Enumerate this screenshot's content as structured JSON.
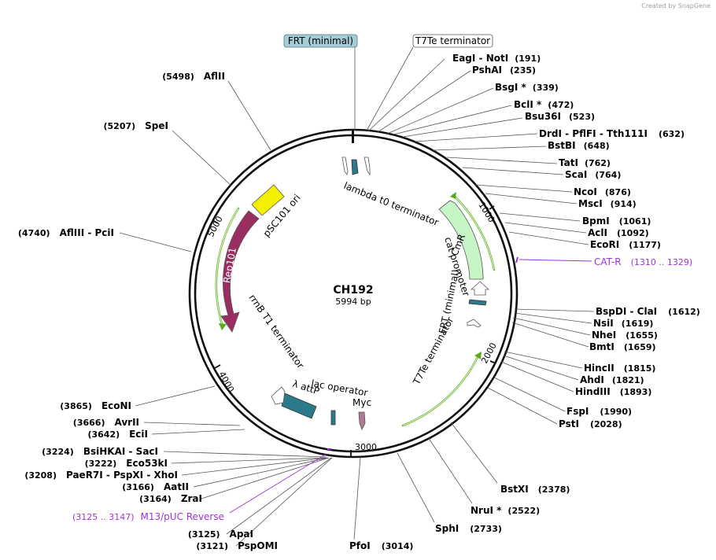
{
  "credit": "Created by SnapGene",
  "plasmid": {
    "name": "CH192",
    "size": "5994 bp"
  },
  "boxed_labels": [
    {
      "text": "FRT (minimal)",
      "filled": true
    },
    {
      "text": "T7Te terminator",
      "filled": false
    }
  ],
  "enzymes": [
    {
      "names": [
        "EagI",
        "NotI"
      ],
      "pos": "(191)",
      "side": "right"
    },
    {
      "names": [
        "PshAI"
      ],
      "pos": "(235)",
      "side": "right"
    },
    {
      "names": [
        "BsgI *"
      ],
      "pos": "(339)",
      "side": "right"
    },
    {
      "names": [
        "BclI *"
      ],
      "pos": "(472)",
      "side": "right"
    },
    {
      "names": [
        "Bsu36I"
      ],
      "pos": "(523)",
      "side": "right"
    },
    {
      "names": [
        "DrdI",
        "PflFI",
        "Tth111I"
      ],
      "pos": "(632)",
      "side": "right"
    },
    {
      "names": [
        "BstBI"
      ],
      "pos": "(648)",
      "side": "right"
    },
    {
      "names": [
        "TatI"
      ],
      "pos": "(762)",
      "side": "right"
    },
    {
      "names": [
        "ScaI"
      ],
      "pos": "(764)",
      "side": "right"
    },
    {
      "names": [
        "NcoI"
      ],
      "pos": "(876)",
      "side": "right"
    },
    {
      "names": [
        "MscI"
      ],
      "pos": "(914)",
      "side": "right"
    },
    {
      "names": [
        "BpmI"
      ],
      "pos": "(1061)",
      "side": "right"
    },
    {
      "names": [
        "AclI"
      ],
      "pos": "(1092)",
      "side": "right"
    },
    {
      "names": [
        "EcoRI"
      ],
      "pos": "(1177)",
      "side": "right"
    },
    {
      "names": [
        "BspDI",
        "ClaI"
      ],
      "pos": "(1612)",
      "side": "right"
    },
    {
      "names": [
        "NsiI"
      ],
      "pos": "(1619)",
      "side": "right"
    },
    {
      "names": [
        "NheI"
      ],
      "pos": "(1655)",
      "side": "right"
    },
    {
      "names": [
        "BmtI"
      ],
      "pos": "(1659)",
      "side": "right"
    },
    {
      "names": [
        "HincII"
      ],
      "pos": "(1815)",
      "side": "right"
    },
    {
      "names": [
        "AhdI"
      ],
      "pos": "(1821)",
      "side": "right"
    },
    {
      "names": [
        "HindIII"
      ],
      "pos": "(1893)",
      "side": "right"
    },
    {
      "names": [
        "FspI"
      ],
      "pos": "(1990)",
      "side": "right"
    },
    {
      "names": [
        "PstI"
      ],
      "pos": "(2028)",
      "side": "right"
    },
    {
      "names": [
        "BstXI"
      ],
      "pos": "(2378)",
      "side": "right"
    },
    {
      "names": [
        "NruI *"
      ],
      "pos": "(2522)",
      "side": "right"
    },
    {
      "names": [
        "SphI"
      ],
      "pos": "(2733)",
      "side": "right"
    },
    {
      "names": [
        "PfoI"
      ],
      "pos": "(3014)",
      "side": "right"
    },
    {
      "names": [
        "AflII"
      ],
      "pos": "(5498)",
      "side": "left"
    },
    {
      "names": [
        "SpeI"
      ],
      "pos": "(5207)",
      "side": "left"
    },
    {
      "names": [
        "AflIII",
        "PciI"
      ],
      "pos": "(4740)",
      "side": "left"
    },
    {
      "names": [
        "EcoNI"
      ],
      "pos": "(3865)",
      "side": "left"
    },
    {
      "names": [
        "AvrII"
      ],
      "pos": "(3666)",
      "side": "left"
    },
    {
      "names": [
        "EciI"
      ],
      "pos": "(3642)",
      "side": "left"
    },
    {
      "names": [
        "BsiHKAI",
        "SacI"
      ],
      "pos": "(3224)",
      "side": "left"
    },
    {
      "names": [
        "Eco53kI"
      ],
      "pos": "(3222)",
      "side": "left"
    },
    {
      "names": [
        "PaeR7I",
        "PspXI",
        "XhoI"
      ],
      "pos": "(3208)",
      "side": "left"
    },
    {
      "names": [
        "AatII"
      ],
      "pos": "(3166)",
      "side": "left"
    },
    {
      "names": [
        "ZraI"
      ],
      "pos": "(3164)",
      "side": "left"
    },
    {
      "names": [
        "ApaI"
      ],
      "pos": "(3125)",
      "side": "left"
    },
    {
      "names": [
        "PspOMI"
      ],
      "pos": "(3121)",
      "side": "left"
    }
  ],
  "primers": [
    {
      "name": "CAT-R",
      "range": "(1310 .. 1329)"
    },
    {
      "name": "M13/pUC Reverse",
      "range": "(3125 .. 3147)"
    }
  ],
  "features": {
    "lambda_t0": "lambda t0 terminator",
    "cat_promoter": "cat promoter",
    "cmr": "CmR",
    "frt": "FRT (minimal)",
    "t7te": "T7Te terminator",
    "myc": "Myc",
    "lac_operator": "lac operator",
    "attp": "λ attP",
    "rrnb": "rrnB T1 terminator",
    "rep101": "Rep101",
    "psc101": "pSC101 ori"
  },
  "ticks": [
    "1000",
    "2000",
    "3000",
    "4000",
    "5000"
  ],
  "colors": {
    "teal": "#2b7a8c",
    "rep_purple": "#9a2e63",
    "ori_yellow": "#f5f000",
    "cmr_green": "#c6f5c6",
    "orf_green": "#5aaa1e",
    "primer_purple": "#9b35d6",
    "frt_box": "#a6ccd6",
    "myc_pink": "#b07a94"
  }
}
